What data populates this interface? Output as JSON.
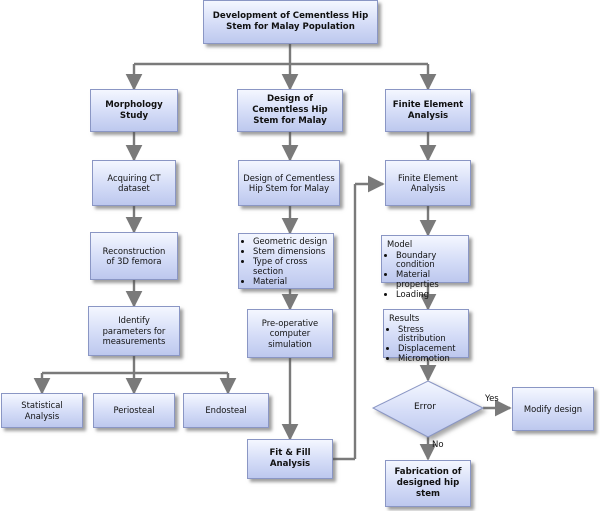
{
  "title": "Development of Cementless Hip Stem for Malay Population",
  "columns": {
    "morphology": {
      "header": "Morphology Study",
      "step1": "Acquiring CT dataset",
      "step2": "Reconstruction of 3D femora",
      "step3": "Identify parameters for measurements",
      "outputs": [
        "Statistical Analysis",
        "Periosteal",
        "Endosteal"
      ]
    },
    "design": {
      "header": "Design of Cementless Hip Stem for Malay",
      "step1": "Design of Cementless Hip Stem for Malay",
      "list": [
        "Geometric design",
        "Stem dimensions",
        "Type of cross section",
        "Material"
      ],
      "step2": "Pre-operative computer simulation",
      "step3": "Fit & Fill Analysis"
    },
    "fea": {
      "header": "Finite Element Analysis",
      "step1": "Finite Element Analysis",
      "model_head": "Model",
      "model_list": [
        "Boundary condition",
        "Material properties",
        "Loading"
      ],
      "results_head": "Results",
      "results_list": [
        "Stress distribution",
        "Displacement",
        "Micromotion"
      ],
      "decision": "Error",
      "yes_label": "Yes",
      "no_label": "No",
      "modify": "Modify design",
      "final": "Fabrication of designed hip stem"
    }
  },
  "colors": {
    "box_top": "#f4f7ff",
    "box_bottom": "#bdc8ee",
    "box_border": "#8a96c4",
    "connector": "#7a7a7a"
  }
}
